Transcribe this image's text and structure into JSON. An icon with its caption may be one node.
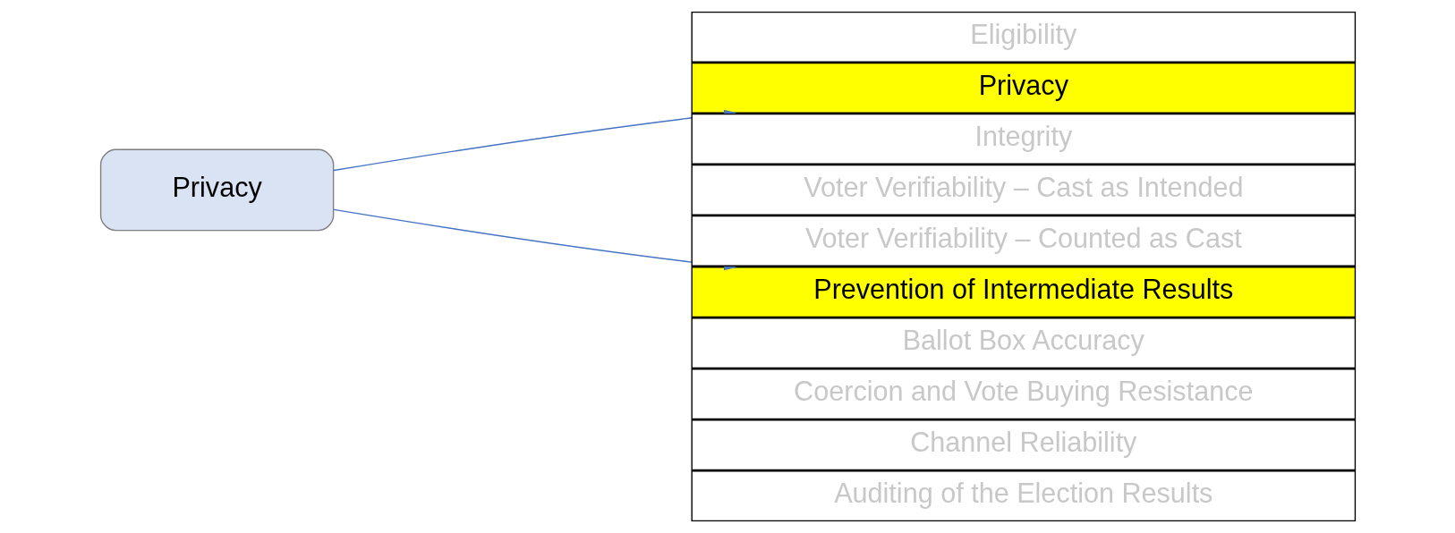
{
  "diagram": {
    "nodes": [
      {
        "text": [
          "Privacy"
        ]
      },
      {
        "text": [
          "Eligibility"
        ]
      },
      {
        "text": [
          "Privacy"
        ]
      },
      {
        "text": [
          "Integrity"
        ]
      },
      {
        "text": [
          "Voter Verifiability – Cast as Intended"
        ]
      },
      {
        "text": [
          "Voter Verifiability – Counted as Cast"
        ]
      },
      {
        "text": [
          "Prevention of Intermediate Results"
        ]
      },
      {
        "text": [
          "Ballot Box Accuracy"
        ]
      },
      {
        "text": [
          "Coercion and Vote Buying Resistance"
        ]
      },
      {
        "text": [
          "Channel Reliability"
        ]
      },
      {
        "text": [
          "Auditing of the Election Results"
        ]
      }
    ],
    "edges": [
      {
        "from": 0,
        "to": 2,
        "arrow": "to"
      },
      {
        "from": 0,
        "to": 6,
        "arrow": "to"
      }
    ]
  }
}
